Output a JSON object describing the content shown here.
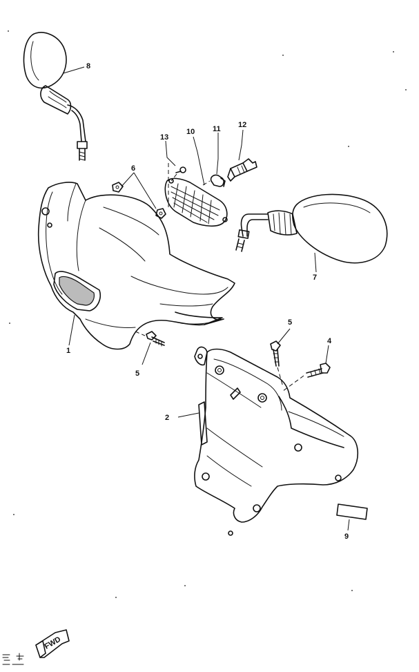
{
  "callouts": [
    {
      "id": "mirror-left",
      "label": "8"
    },
    {
      "id": "screw-13",
      "label": "13"
    },
    {
      "id": "lens-10",
      "label": "10"
    },
    {
      "id": "bulb-11",
      "label": "11"
    },
    {
      "id": "socket-12",
      "label": "12"
    },
    {
      "id": "nut-6",
      "label": "6"
    },
    {
      "id": "mirror-right",
      "label": "7"
    },
    {
      "id": "front-cover",
      "label": "1"
    },
    {
      "id": "screw-5-left",
      "label": "5"
    },
    {
      "id": "screw-5-right",
      "label": "5"
    },
    {
      "id": "screw-4",
      "label": "4"
    },
    {
      "id": "rear-cover",
      "label": "2"
    },
    {
      "id": "label-9",
      "label": "9"
    }
  ],
  "fwd_label": "FWD"
}
